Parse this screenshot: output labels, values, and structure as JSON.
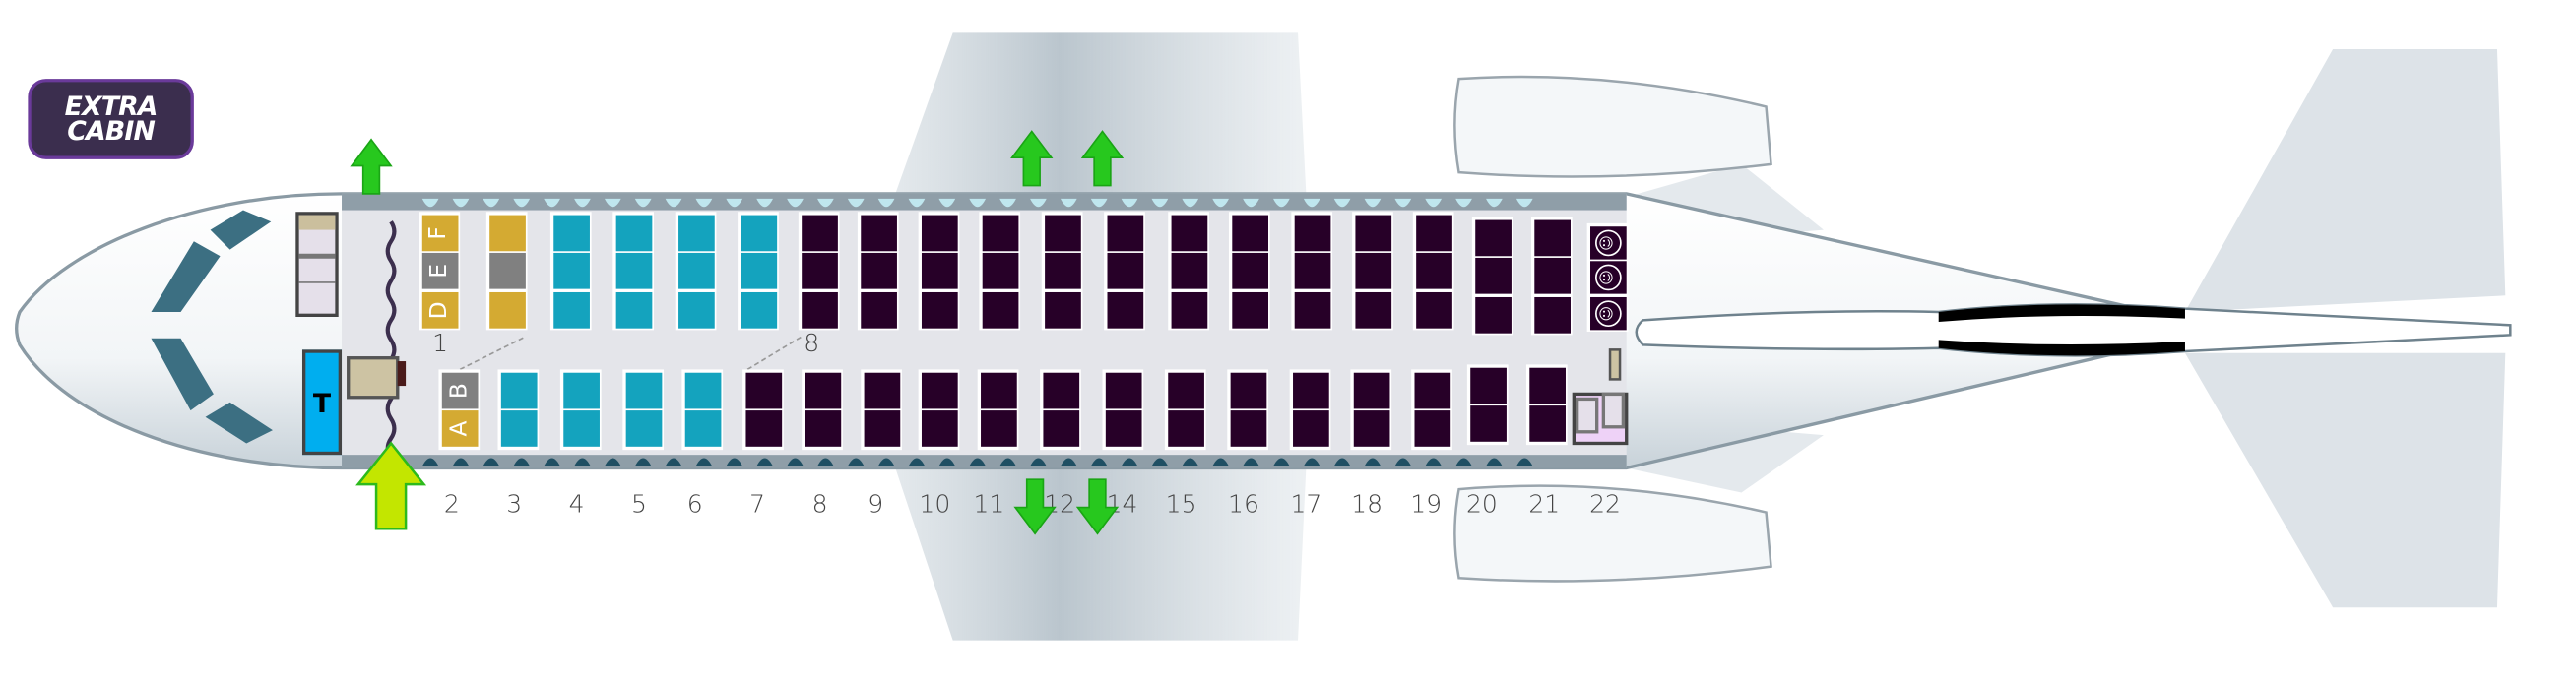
{
  "logo": {
    "line1": "EXTRA",
    "line2": "CABIN"
  },
  "colors": {
    "extra": "#d4aa32",
    "blocked": "#808080",
    "extra_legroom": "#14a3be",
    "standard": "#270028",
    "lavatory": "#270028",
    "exit_arrow": "#27c81e",
    "entry_arrow": "#c3e600",
    "toilet_front": "#00aeef"
  },
  "front_toilet_label": "T",
  "seat_labels": {
    "F": "F",
    "E": "E",
    "D": "D",
    "B": "B",
    "A": "A"
  },
  "section_labels": {
    "row1": "1",
    "row8": "8"
  },
  "upper_columns": [
    [
      "extra",
      "blocked",
      "extra"
    ],
    [
      "extra",
      "blocked",
      "extra"
    ],
    [
      "extra_legroom",
      "extra_legroom",
      "extra_legroom"
    ],
    [
      "extra_legroom",
      "extra_legroom",
      "extra_legroom"
    ],
    [
      "extra_legroom",
      "extra_legroom",
      "extra_legroom"
    ],
    [
      "extra_legroom",
      "extra_legroom",
      "extra_legroom"
    ],
    [
      "standard",
      "standard",
      "standard"
    ],
    [
      "standard",
      "standard",
      "standard"
    ],
    [
      "standard",
      "standard",
      "standard"
    ],
    [
      "standard",
      "standard",
      "standard"
    ],
    [
      "standard",
      "standard",
      "standard"
    ],
    [
      "standard",
      "standard",
      "standard"
    ],
    [
      "standard",
      "standard",
      "standard"
    ],
    [
      "standard",
      "standard",
      "standard"
    ],
    [
      "standard",
      "standard",
      "standard"
    ],
    [
      "standard",
      "standard",
      "standard"
    ],
    [
      "standard",
      "standard",
      "standard"
    ],
    [
      "standard",
      "standard",
      "standard"
    ],
    [
      "standard",
      "standard",
      "standard"
    ]
  ],
  "lower_columns": [
    [
      "blocked",
      "extra"
    ],
    [
      "extra_legroom",
      "extra_legroom"
    ],
    [
      "extra_legroom",
      "extra_legroom"
    ],
    [
      "extra_legroom",
      "extra_legroom"
    ],
    [
      "extra_legroom",
      "extra_legroom"
    ],
    [
      "standard",
      "standard"
    ],
    [
      "standard",
      "standard"
    ],
    [
      "standard",
      "standard"
    ],
    [
      "standard",
      "standard"
    ],
    [
      "standard",
      "standard"
    ],
    [
      "standard",
      "standard"
    ],
    [
      "standard",
      "standard"
    ],
    [
      "standard",
      "standard"
    ],
    [
      "standard",
      "standard"
    ],
    [
      "standard",
      "standard"
    ],
    [
      "standard",
      "standard"
    ],
    [
      "standard",
      "standard"
    ],
    [
      "standard",
      "standard"
    ],
    [
      "standard",
      "standard"
    ]
  ],
  "lavatory_icons": [
    "☺",
    "☺",
    "☺"
  ],
  "row_numbers": [
    "2",
    "3",
    "4",
    "5",
    "6",
    "7",
    "8",
    "9",
    "10",
    "11",
    "12",
    "14",
    "15",
    "16",
    "17",
    "18",
    "19",
    "20",
    "21",
    "22"
  ]
}
